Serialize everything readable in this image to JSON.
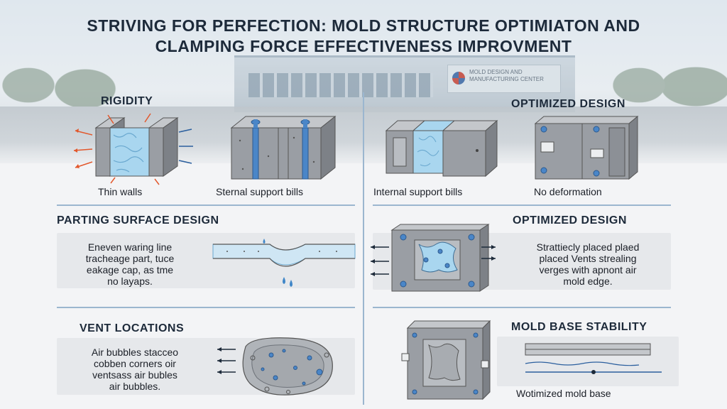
{
  "title": {
    "line1": "Striving for Perfection: Mold Structure Optimiaton and",
    "line2": "Clamping Force Effectiveness Improvment"
  },
  "background": {
    "sign_line1": "MOLD DESIGN AND",
    "sign_line2": "MANUFACTURING CENTER"
  },
  "sections": {
    "rigidity": {
      "heading": "RIGIDITY",
      "captions": [
        "Thin walls",
        "Sternal support bills"
      ]
    },
    "optimized_top": {
      "heading": "OPTIMIZED DESIGN",
      "captions": [
        "Internal support bills",
        "No deformation"
      ]
    },
    "parting": {
      "heading": "PARTING SURFACE DESIGN",
      "lines": [
        "Eneven waring line",
        "tracheage part, tuce",
        "eakage cap, as tme",
        "no layaps."
      ]
    },
    "optimized_mid": {
      "heading": "OPTIMIZED DESIGN",
      "lines": [
        "Strattiecly placed plaed",
        "placed Vents strealing",
        "verges with apnont air",
        "mold edge."
      ]
    },
    "vents": {
      "heading": "VENT LOCATIONS",
      "lines": [
        "Air bubbles stacceo",
        "cobben corners oir",
        "ventsass air bubles",
        "air bubbles."
      ]
    },
    "base": {
      "heading": "MOLD BASE STABILITY",
      "caption": "Wotimized mold base"
    }
  },
  "colors": {
    "steel": "#9a9ea4",
    "steel_dark": "#6e737a",
    "steel_light": "#b9bdc2",
    "cavity": "#a9d6ef",
    "pillar": "#4a86c8",
    "arrow_red": "#e2572b",
    "arrow_blue": "#2b5f9e",
    "divider": "#9bb6cf"
  }
}
